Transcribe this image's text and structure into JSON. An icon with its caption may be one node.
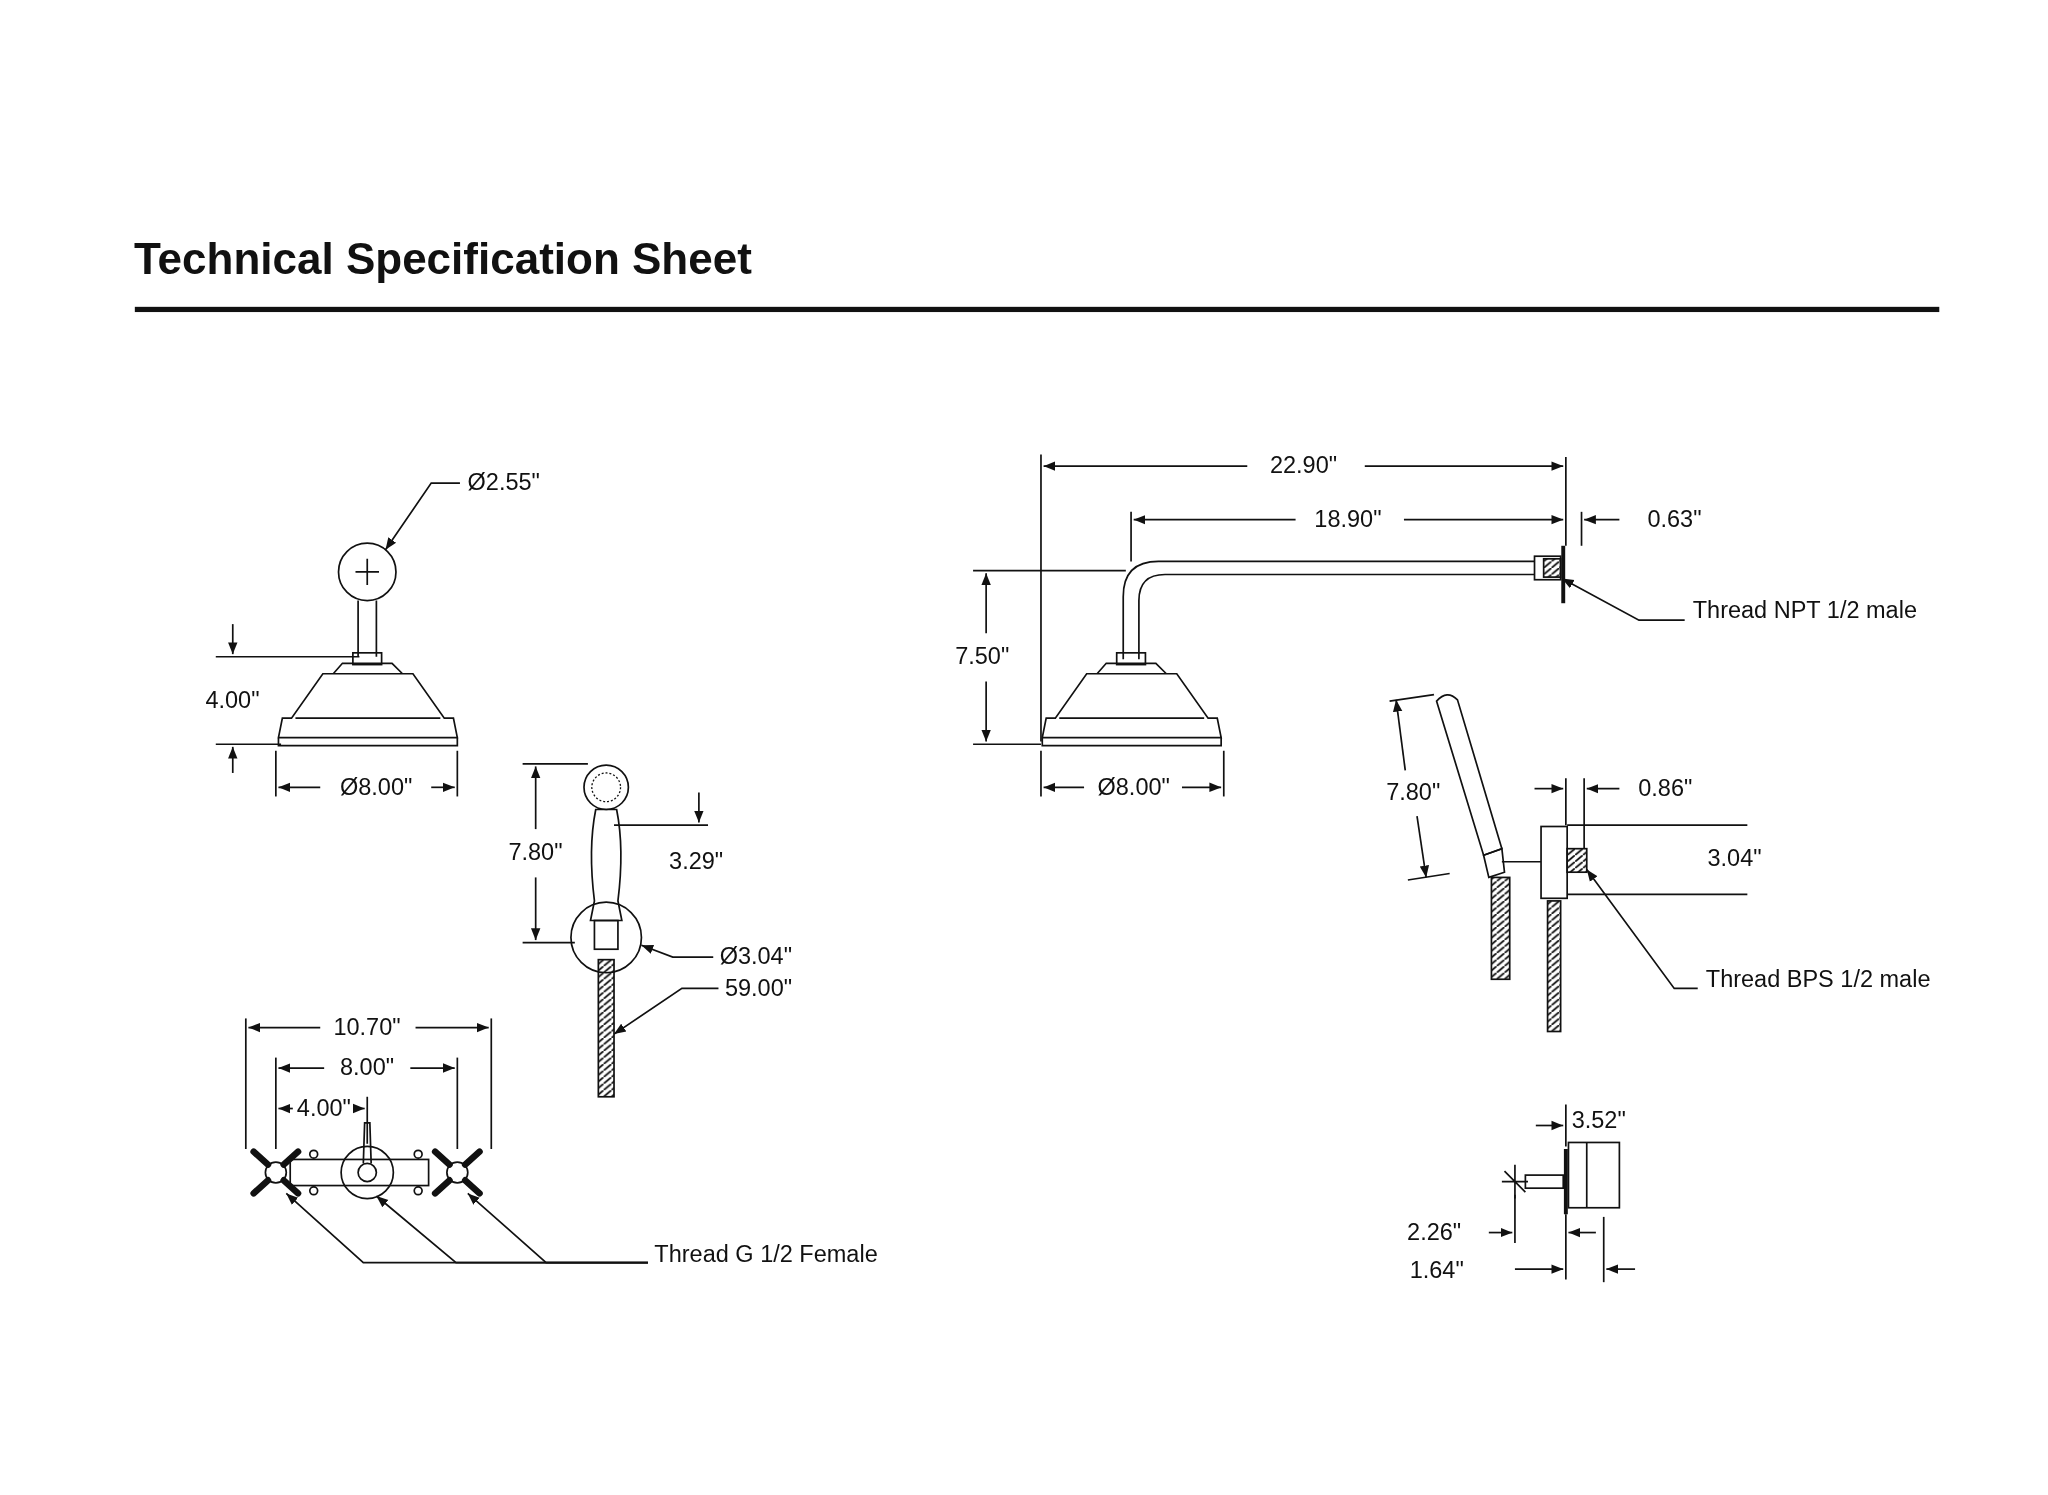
{
  "diagram": {
    "title": "Technical Specification Sheet",
    "nodes": [
      {
        "text": [
          "Ø2.55\""
        ]
      },
      {
        "text": [],
        "shape": "circle"
      },
      {
        "text": [
          "Thread NPT 1/2 male"
        ]
      },
      {
        "text": [],
        "shape": "box"
      },
      {
        "text": [
          "Ø3.04\""
        ]
      },
      {
        "text": [],
        "shape": "circle"
      },
      {
        "text": [
          "59.00\""
        ]
      },
      {
        "text": [],
        "shape": "box"
      },
      {
        "text": [
          "Thread BPS 1/2 male"
        ]
      },
      {
        "text": [],
        "shape": "box"
      },
      {
        "text": [],
        "shape": "circle"
      },
      {
        "text": [],
        "shape": "picture"
      },
      {
        "text": [],
        "shape": "circle"
      },
      {
        "text": [
          "Thread G 1/2 Female"
        ]
      }
    ],
    "edges": [
      {
        "from": 0,
        "to": 1,
        "arrow": "to"
      },
      {
        "from": 2,
        "to": 3,
        "arrow": "to"
      },
      {
        "from": 4,
        "to": 5,
        "arrow": "to"
      },
      {
        "from": 6,
        "to": 7,
        "arrow": "to"
      },
      {
        "from": 8,
        "to": 9,
        "arrow": "to"
      },
      {
        "from": 13,
        "to": 10,
        "arrow": "to"
      },
      {
        "from": 13,
        "to": 11,
        "arrow": "to"
      },
      {
        "from": 13,
        "to": 12,
        "arrow": "to"
      }
    ],
    "labels": [
      "22.90\"",
      "18.90\"",
      "0.63\"",
      "7.50\"",
      "4.00\"",
      "Ø8.00\"",
      "Ø8.00\"",
      "7.80\"",
      "0.86\"",
      "7.80\"",
      "3.29\"",
      "3.04\"",
      "10.70\"",
      "8.00\"",
      "4.00\"",
      "3.52\"",
      "2.26\"",
      "1.64\""
    ]
  }
}
